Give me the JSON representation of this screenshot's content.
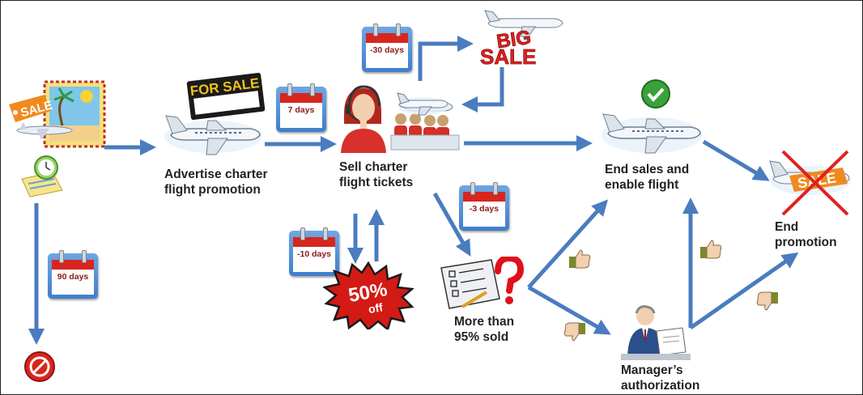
{
  "colors": {
    "arrow": "#4a7cbf",
    "calendar_blue": "#4a86cf",
    "calendar_red": "#d7261e",
    "sale_red": "#e02020",
    "check_green": "#3aa23a",
    "text": "#222222"
  },
  "labels": {
    "advertise": "Advertise charter\nflight promotion",
    "sell": "Sell charter\nflight tickets",
    "end_sales": "End sales and\nenable flight",
    "end_promotion": "End\npromotion",
    "more_than": "More than\n95% sold",
    "manager": "Manager’s\nauthorization"
  },
  "calendars": {
    "c7": "7 days",
    "c30": "-30 days",
    "c3": "-3 days",
    "c10": "-10 days",
    "c90": "90 days"
  },
  "graphics": {
    "sale_tag": "SALE",
    "for_sale_sign": "FOR SALE",
    "big_sale_big": "BIG",
    "big_sale_sale": "SALE",
    "burst_pct": "50%",
    "burst_off": "off",
    "crossed_sale": "SALE"
  },
  "icons": [
    "stamp-sale-icon",
    "airplane-icon",
    "for-sale-sign-icon",
    "call-center-icon",
    "big-sale-icon",
    "checkmark-icon",
    "crossed-sale-icon",
    "planner-clock-icon",
    "no-entry-icon",
    "fifty-percent-burst-icon",
    "checklist-question-icon",
    "manager-icon",
    "thumbs-up-icon",
    "thumbs-down-icon",
    "calendar-icon"
  ]
}
